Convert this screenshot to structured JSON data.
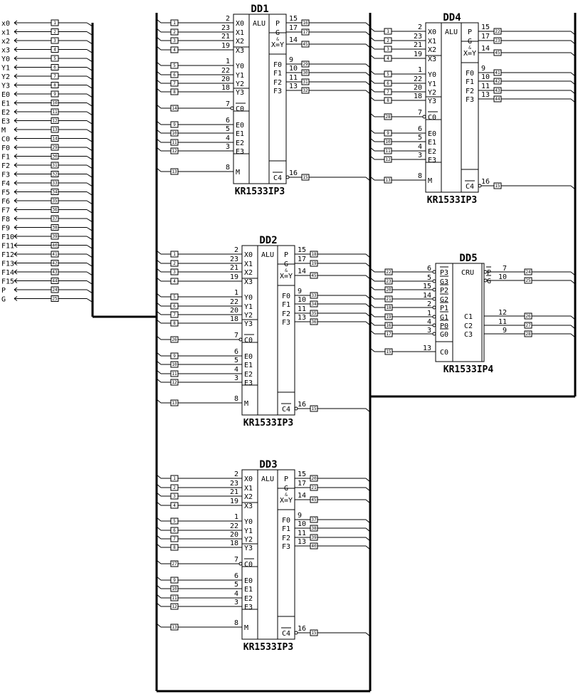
{
  "diagram": {
    "left_signals": [
      "X0",
      "X1",
      "X2",
      "X3",
      "Y0",
      "Y1",
      "Y2",
      "Y3",
      "E0",
      "E1",
      "E2",
      "E3",
      "M",
      "C0",
      "F0",
      "F1",
      "F2",
      "F3",
      "F4",
      "F5",
      "F6",
      "F7",
      "F8",
      "F9",
      "F10",
      "F11",
      "F12",
      "F13",
      "F14",
      "F15",
      "P",
      "G"
    ],
    "left_net_numbers": [
      "1",
      "2",
      "3",
      "4",
      "5",
      "6",
      "7",
      "8",
      "9",
      "10",
      "11",
      "12",
      "13",
      "14",
      "29",
      "30",
      "31",
      "32",
      "33",
      "34",
      "35",
      "36",
      "37",
      "38",
      "39",
      "40",
      "41",
      "42",
      "43",
      "44",
      "24",
      "25"
    ],
    "chips": [
      {
        "id": "DD1",
        "func": "ALU",
        "part": "KR1533IP3",
        "left_pins": [
          {
            "label": "X0",
            "pin": "2",
            "net": "1"
          },
          {
            "label": "X1",
            "pin": "23",
            "net": "2"
          },
          {
            "label": "X2",
            "pin": "21",
            "net": "3"
          },
          {
            "label": "X3",
            "pin": "19",
            "net": "4"
          },
          {
            "label": "Y0",
            "pin": "1",
            "net": "5"
          },
          {
            "label": "Y1",
            "pin": "22",
            "net": "6"
          },
          {
            "label": "Y2",
            "pin": "20",
            "net": "7"
          },
          {
            "label": "Y3",
            "pin": "18",
            "net": "8"
          },
          {
            "label": "C0",
            "pin": "7",
            "net": "14",
            "inv": true
          },
          {
            "label": "E0",
            "pin": "6",
            "net": "9"
          },
          {
            "label": "E1",
            "pin": "5",
            "net": "10"
          },
          {
            "label": "E2",
            "pin": "4",
            "net": "11"
          },
          {
            "label": "E3",
            "pin": "3",
            "net": "12"
          },
          {
            "label": "M",
            "pin": "8",
            "net": "13"
          }
        ],
        "right_pins": [
          {
            "label": "P",
            "pin": "15",
            "net": "16"
          },
          {
            "label": "G",
            "pin": "17",
            "net": "17"
          },
          {
            "label": "X=Y",
            "pin": "14",
            "net": "45"
          },
          {
            "label": "F0",
            "pin": "9",
            "net": "29"
          },
          {
            "label": "F1",
            "pin": "10",
            "net": "30"
          },
          {
            "label": "F2",
            "pin": "11",
            "net": "31"
          },
          {
            "label": "F3",
            "pin": "13",
            "net": "32"
          },
          {
            "label": "C4",
            "pin": "16",
            "net": "15",
            "inv": true
          }
        ]
      },
      {
        "id": "DD2",
        "func": "ALU",
        "part": "KR1533IP3",
        "left_pins": [
          {
            "label": "X0",
            "pin": "2",
            "net": "1"
          },
          {
            "label": "X1",
            "pin": "23",
            "net": "2"
          },
          {
            "label": "X2",
            "pin": "21",
            "net": "3"
          },
          {
            "label": "X3",
            "pin": "19",
            "net": "4"
          },
          {
            "label": "Y0",
            "pin": "1",
            "net": "5"
          },
          {
            "label": "Y1",
            "pin": "22",
            "net": "6"
          },
          {
            "label": "Y2",
            "pin": "20",
            "net": "7"
          },
          {
            "label": "Y3",
            "pin": "18",
            "net": "8"
          },
          {
            "label": "C0",
            "pin": "7",
            "net": "26",
            "inv": true
          },
          {
            "label": "E0",
            "pin": "6",
            "net": "9"
          },
          {
            "label": "E1",
            "pin": "5",
            "net": "10"
          },
          {
            "label": "E2",
            "pin": "4",
            "net": "11"
          },
          {
            "label": "E3",
            "pin": "3",
            "net": "12"
          },
          {
            "label": "M",
            "pin": "8",
            "net": "13"
          }
        ],
        "right_pins": [
          {
            "label": "P",
            "pin": "15",
            "net": "18"
          },
          {
            "label": "G",
            "pin": "17",
            "net": "19"
          },
          {
            "label": "X=Y",
            "pin": "14",
            "net": "45"
          },
          {
            "label": "F0",
            "pin": "9",
            "net": "33"
          },
          {
            "label": "F1",
            "pin": "10",
            "net": "34"
          },
          {
            "label": "F2",
            "pin": "11",
            "net": "35"
          },
          {
            "label": "F3",
            "pin": "13",
            "net": "36"
          },
          {
            "label": "C4",
            "pin": "16",
            "net": "15",
            "inv": true
          }
        ]
      },
      {
        "id": "DD3",
        "func": "ALU",
        "part": "KR1533IP3",
        "left_pins": [
          {
            "label": "X0",
            "pin": "2",
            "net": "1"
          },
          {
            "label": "X1",
            "pin": "23",
            "net": "2"
          },
          {
            "label": "X2",
            "pin": "21",
            "net": "3"
          },
          {
            "label": "X3",
            "pin": "19",
            "net": "4"
          },
          {
            "label": "Y0",
            "pin": "1",
            "net": "5"
          },
          {
            "label": "Y1",
            "pin": "22",
            "net": "6"
          },
          {
            "label": "Y2",
            "pin": "20",
            "net": "7"
          },
          {
            "label": "Y3",
            "pin": "18",
            "net": "8"
          },
          {
            "label": "C0",
            "pin": "7",
            "net": "27",
            "inv": true
          },
          {
            "label": "E0",
            "pin": "6",
            "net": "9"
          },
          {
            "label": "E1",
            "pin": "5",
            "net": "10"
          },
          {
            "label": "E2",
            "pin": "4",
            "net": "11"
          },
          {
            "label": "E3",
            "pin": "3",
            "net": "12"
          },
          {
            "label": "M",
            "pin": "8",
            "net": "13"
          }
        ],
        "right_pins": [
          {
            "label": "P",
            "pin": "15",
            "net": "20"
          },
          {
            "label": "G",
            "pin": "17",
            "net": "21"
          },
          {
            "label": "X=Y",
            "pin": "14",
            "net": "45"
          },
          {
            "label": "F0",
            "pin": "9",
            "net": "37"
          },
          {
            "label": "F1",
            "pin": "10",
            "net": "38"
          },
          {
            "label": "F2",
            "pin": "11",
            "net": "39"
          },
          {
            "label": "F3",
            "pin": "13",
            "net": "40"
          },
          {
            "label": "C4",
            "pin": "16",
            "net": "15",
            "inv": true
          }
        ]
      },
      {
        "id": "DD4",
        "func": "ALU",
        "part": "KR1533IP3",
        "left_pins": [
          {
            "label": "X0",
            "pin": "2",
            "net": "1"
          },
          {
            "label": "X1",
            "pin": "23",
            "net": "2"
          },
          {
            "label": "X2",
            "pin": "21",
            "net": "3"
          },
          {
            "label": "X3",
            "pin": "19",
            "net": "4"
          },
          {
            "label": "Y0",
            "pin": "1",
            "net": "5"
          },
          {
            "label": "Y1",
            "pin": "22",
            "net": "6"
          },
          {
            "label": "Y2",
            "pin": "20",
            "net": "7"
          },
          {
            "label": "Y3",
            "pin": "18",
            "net": "8"
          },
          {
            "label": "C0",
            "pin": "7",
            "net": "28",
            "inv": true
          },
          {
            "label": "E0",
            "pin": "6",
            "net": "9"
          },
          {
            "label": "E1",
            "pin": "5",
            "net": "10"
          },
          {
            "label": "E2",
            "pin": "4",
            "net": "11"
          },
          {
            "label": "E3",
            "pin": "3",
            "net": "12"
          },
          {
            "label": "M",
            "pin": "8",
            "net": "13"
          }
        ],
        "right_pins": [
          {
            "label": "P",
            "pin": "15",
            "net": "22"
          },
          {
            "label": "G",
            "pin": "17",
            "net": "23"
          },
          {
            "label": "X=Y",
            "pin": "14",
            "net": "45"
          },
          {
            "label": "F0",
            "pin": "9",
            "net": "41"
          },
          {
            "label": "F1",
            "pin": "10",
            "net": "42"
          },
          {
            "label": "F2",
            "pin": "11",
            "net": "43"
          },
          {
            "label": "F3",
            "pin": "13",
            "net": "44"
          },
          {
            "label": "C4",
            "pin": "16",
            "net": "15",
            "inv": true
          }
        ]
      }
    ],
    "cru": {
      "id": "DD5",
      "func": "CRU",
      "part": "KR1533IP4",
      "left_pins": [
        {
          "label": "P3",
          "pin": "6",
          "net": "22",
          "inv": true
        },
        {
          "label": "G3",
          "pin": "5",
          "net": "23",
          "inv": true
        },
        {
          "label": "P2",
          "pin": "15",
          "net": "20",
          "inv": true
        },
        {
          "label": "G2",
          "pin": "14",
          "net": "21",
          "inv": true
        },
        {
          "label": "P1",
          "pin": "2",
          "net": "18",
          "inv": true
        },
        {
          "label": "G1",
          "pin": "1",
          "net": "19",
          "inv": true
        },
        {
          "label": "P0",
          "pin": "4",
          "net": "16",
          "inv": true
        },
        {
          "label": "G0",
          "pin": "3",
          "net": "17",
          "inv": true
        },
        {
          "label": "C0",
          "pin": "13",
          "net": "15"
        }
      ],
      "right_pins": [
        {
          "label": "P",
          "pin": "7",
          "net": "24",
          "inv": true
        },
        {
          "label": "G",
          "pin": "10",
          "net": "25",
          "inv": true
        },
        {
          "label": "C1",
          "pin": "12",
          "net": "26"
        },
        {
          "label": "C2",
          "pin": "11",
          "net": "27"
        },
        {
          "label": "C3",
          "pin": "9",
          "net": "28"
        }
      ]
    }
  }
}
